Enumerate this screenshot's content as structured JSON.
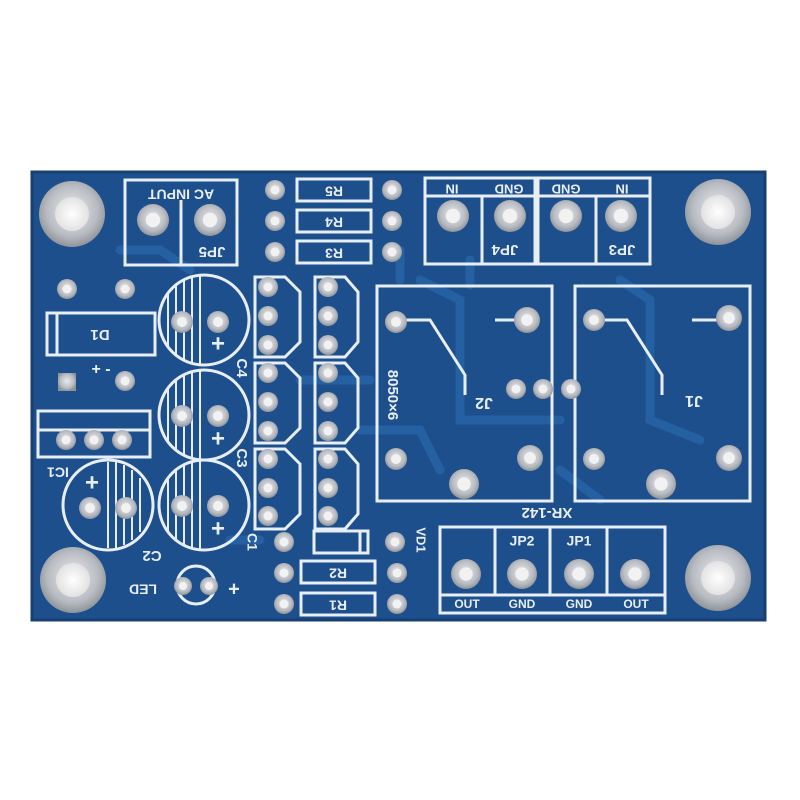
{
  "colors": {
    "background": "#ffffff",
    "board": "#1d4f8c",
    "board_edge": "#173f72",
    "trace": "#2460a2",
    "silkscreen": "#e8eef6",
    "pad": "#c9ccd0",
    "hole": "#f4f4f4"
  },
  "labels": {
    "ac_input": "AC INPUT",
    "jp5": "JP5",
    "r5": "R5",
    "r4": "R4",
    "r3": "R3",
    "r2": "R2",
    "r1": "R1",
    "d1": "D1",
    "c1": "C1",
    "c2": "C2",
    "c3": "C3",
    "c4": "C4",
    "ic1": "IC1",
    "led": "LED",
    "plus": "+",
    "plus_minus": "+ -",
    "in_left": "IN",
    "gnd_left": "GND",
    "gnd_right": "GND",
    "in_right": "IN",
    "jp4": "JP4",
    "jp3": "JP3",
    "relay_code": "8050×6",
    "j2": "J2",
    "j1": "J1",
    "model": "XR-142",
    "vd1": "VD1",
    "jp2": "JP2",
    "jp1": "JP1",
    "out_left": "OUT",
    "gnd_bottom_left": "GND",
    "gnd_bottom_right": "GND",
    "out_right": "OUT"
  }
}
